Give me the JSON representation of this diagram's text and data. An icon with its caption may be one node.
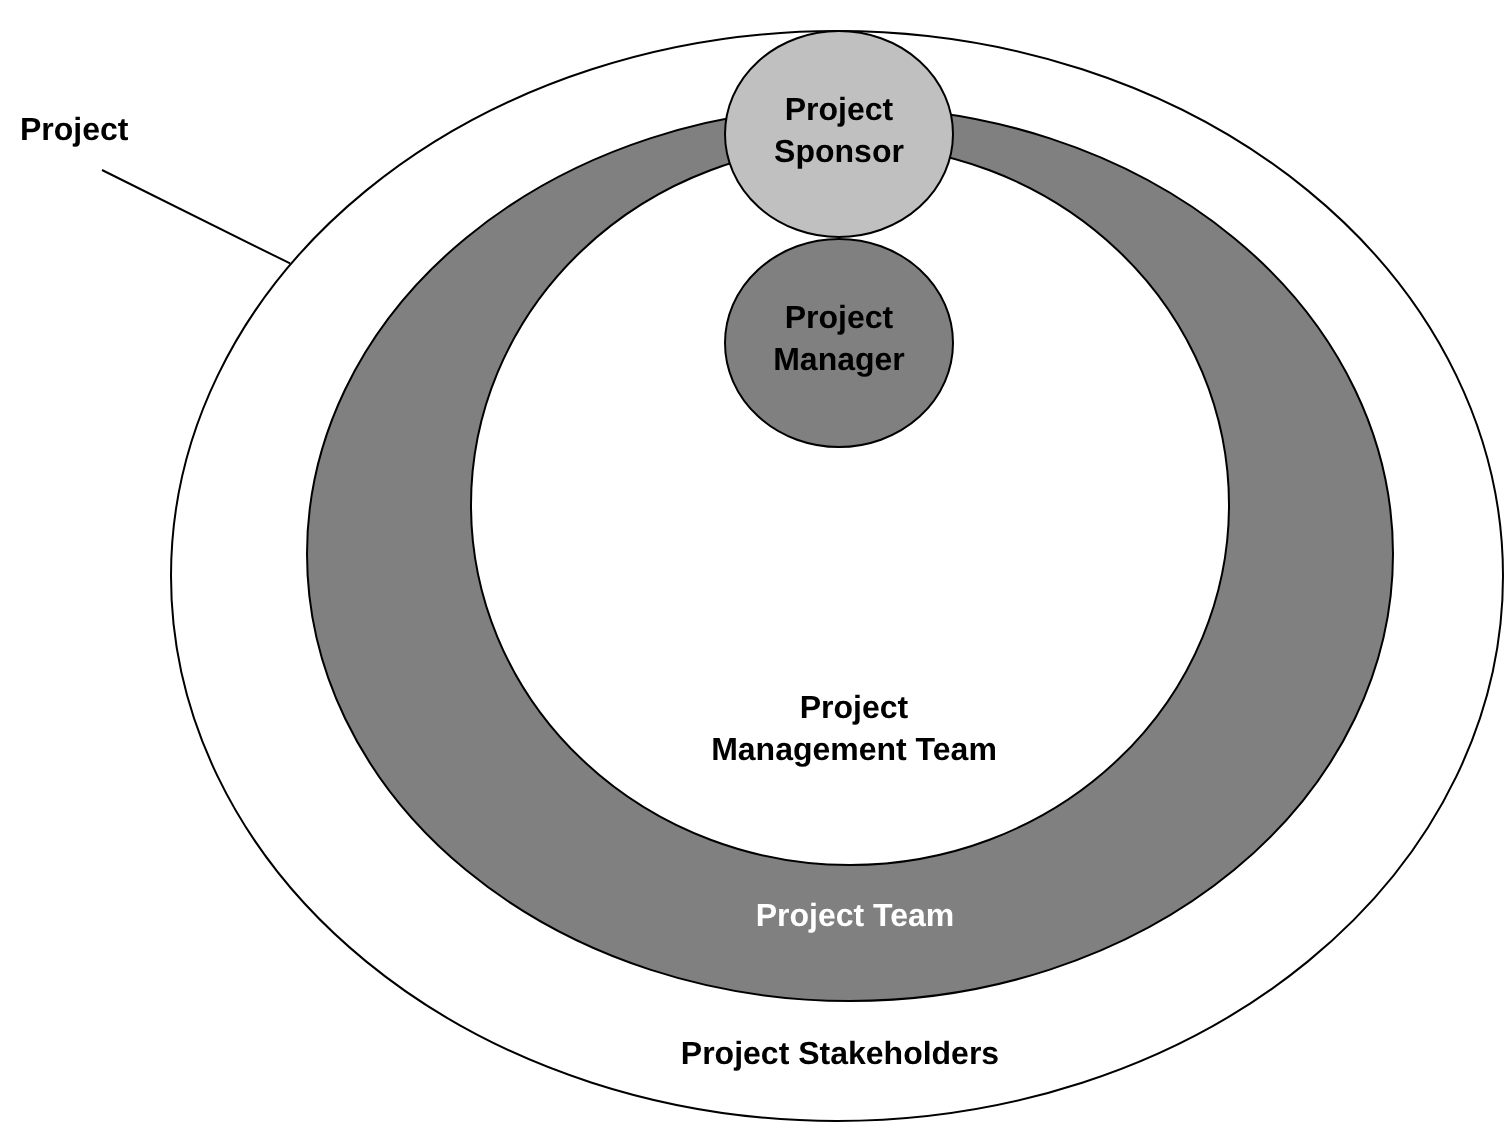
{
  "diagram": {
    "nodes": [
      {
        "text": [
          "Project"
        ]
      },
      {
        "text": [
          "Project Stakeholders"
        ]
      },
      {
        "text": [
          "Project Sponsor"
        ],
        "in": 1
      },
      {
        "text": [
          "Project Team"
        ],
        "in": 1
      },
      {
        "text": [
          "Project Management Team"
        ],
        "in": 3
      },
      {
        "text": [
          "Project Manager"
        ],
        "in": 4
      }
    ],
    "edges": [
      {
        "from": 0,
        "to": 1,
        "arrow": "none"
      }
    ]
  }
}
